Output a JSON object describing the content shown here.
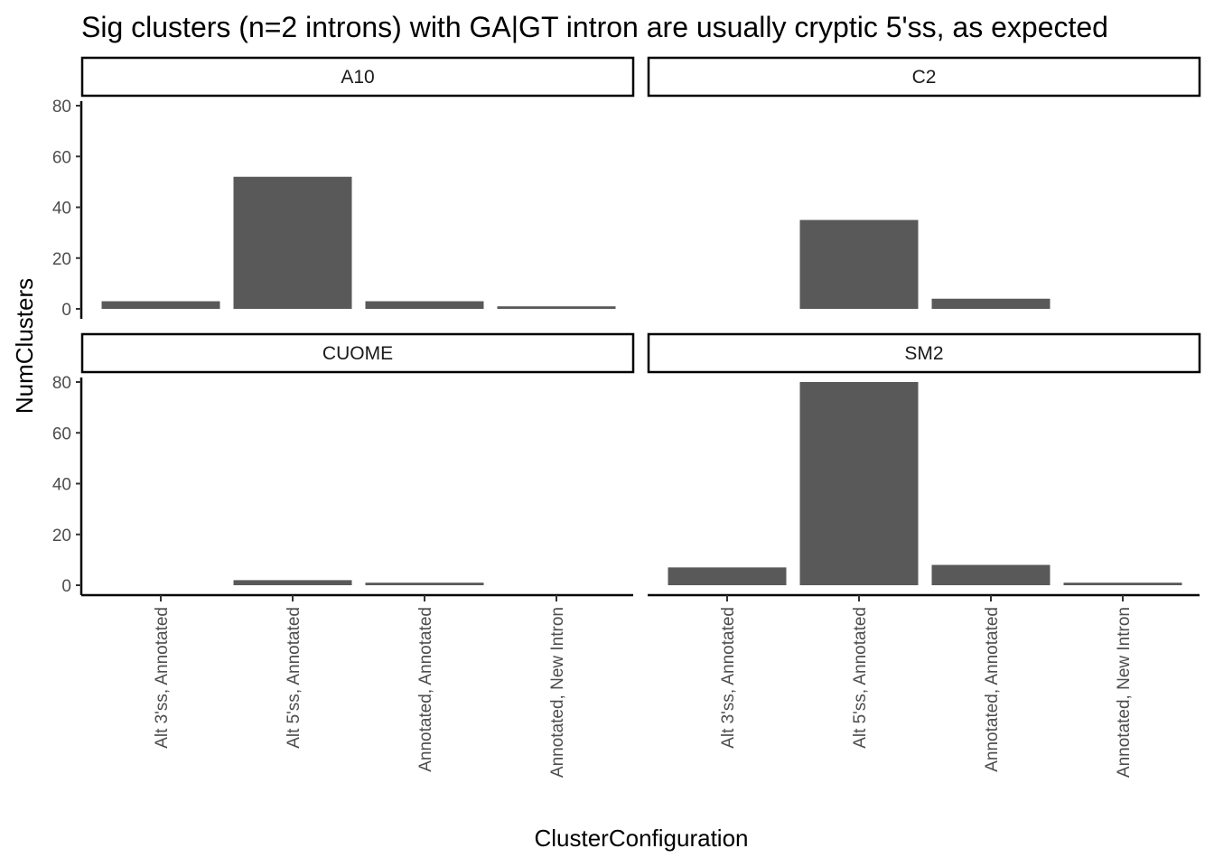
{
  "chart_data": {
    "type": "bar",
    "title": "Sig clusters (n=2 introns) with GA|GT intron are usually cryptic 5'ss, as expected",
    "xlabel": "ClusterConfiguration",
    "ylabel": "NumClusters",
    "categories": [
      "Alt 3'ss, Annotated",
      "Alt 5'ss, Annotated",
      "Annotated, Annotated",
      "Annotated, New Intron"
    ],
    "ylim": [
      0,
      80
    ],
    "yticks": [
      0,
      20,
      40,
      60,
      80
    ],
    "grid": false,
    "bar_color": "#595959",
    "facets": [
      {
        "name": "A10",
        "values": [
          3,
          52,
          3,
          1
        ]
      },
      {
        "name": "C2",
        "values": [
          0,
          35,
          4,
          0
        ]
      },
      {
        "name": "CUOME",
        "values": [
          0,
          2,
          1,
          0
        ]
      },
      {
        "name": "SM2",
        "values": [
          7,
          80,
          8,
          1
        ]
      }
    ]
  }
}
